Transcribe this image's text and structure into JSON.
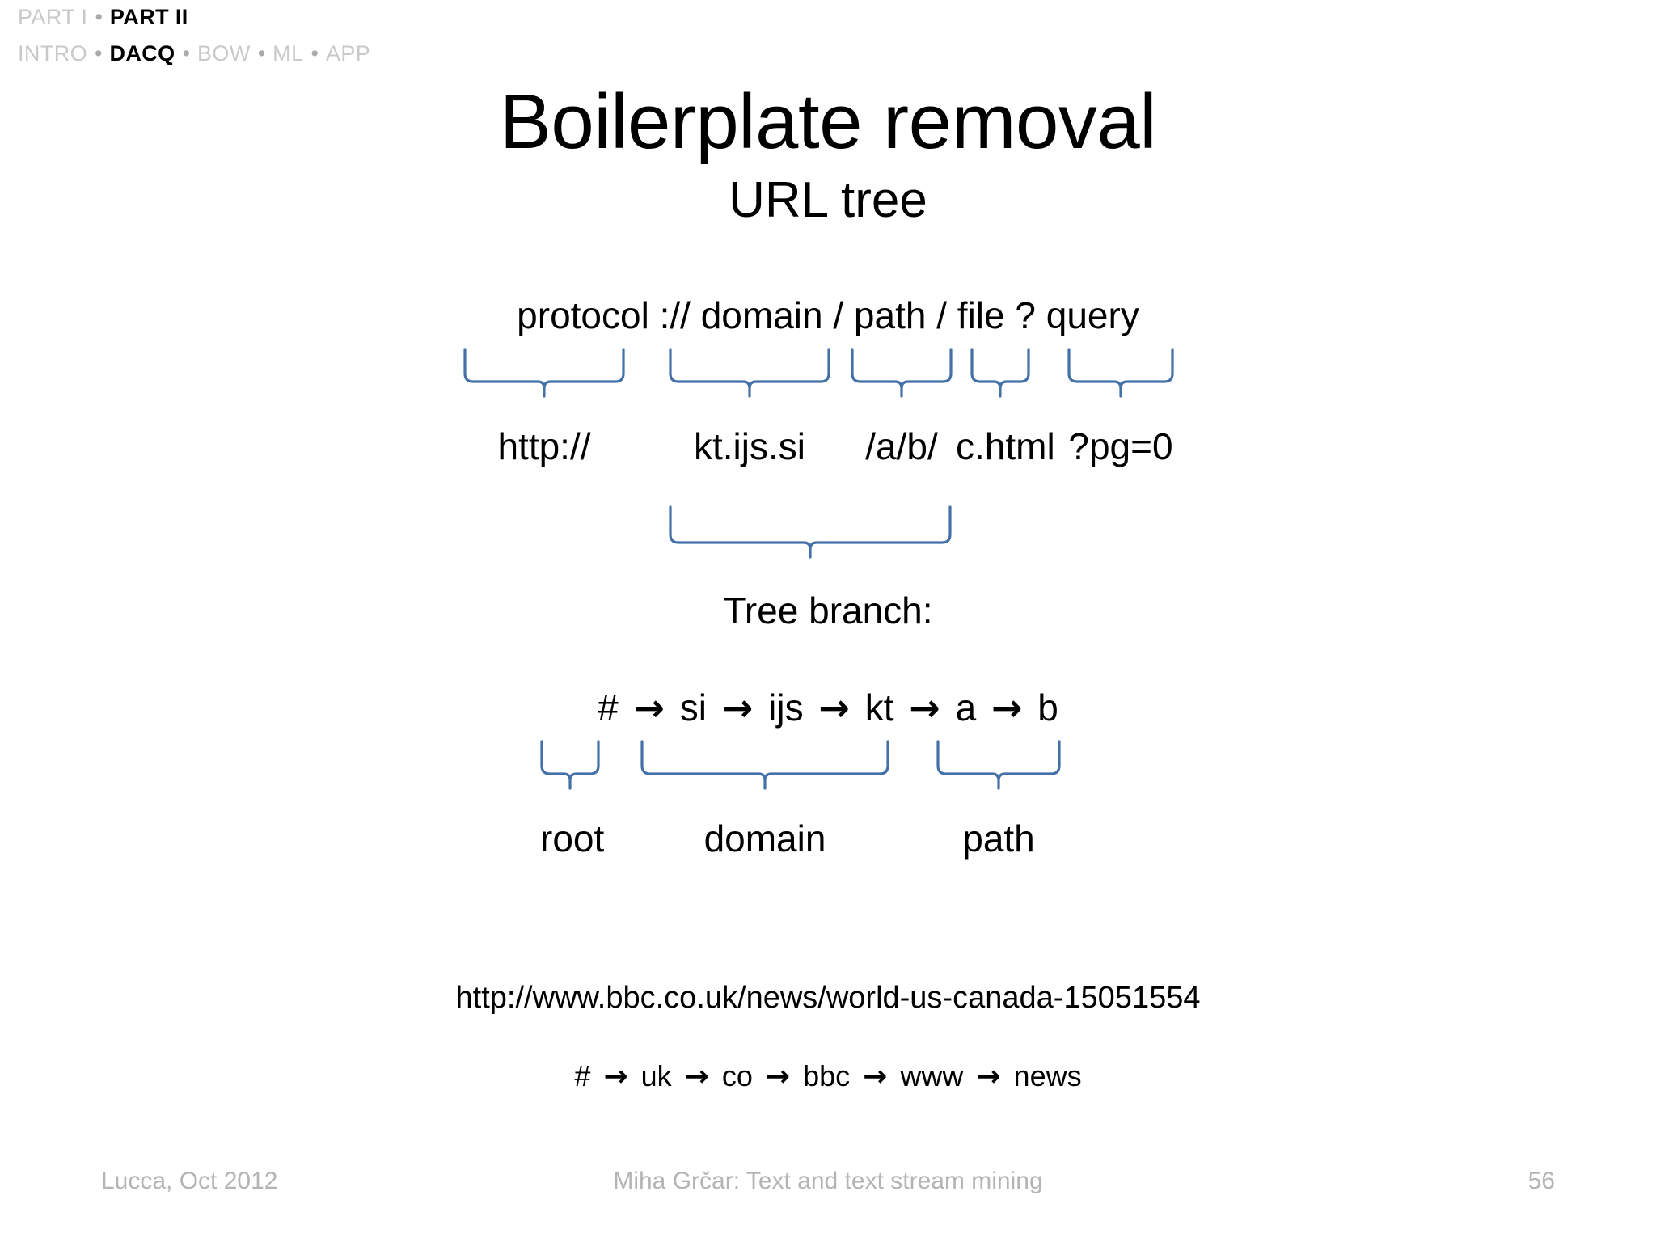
{
  "breadcrumb": {
    "rows": [
      {
        "items": [
          {
            "label": "PART I",
            "active": false
          },
          {
            "label": "PART II",
            "active": true
          }
        ]
      },
      {
        "items": [
          {
            "label": "INTRO",
            "active": false
          },
          {
            "label": "DACQ",
            "active": true
          },
          {
            "label": "BOW",
            "active": false
          },
          {
            "label": "ML",
            "active": false
          },
          {
            "label": "APP",
            "active": false
          }
        ]
      }
    ],
    "separator": "•"
  },
  "title": "Boilerplate removal",
  "subtitle": "URL tree",
  "url_template": {
    "full": "protocol :// domain / path / file ? query",
    "tokens": [
      "protocol",
      "://",
      "domain",
      "/",
      "path",
      "/",
      "file",
      "?",
      "query"
    ]
  },
  "url_parts": [
    {
      "label": "http://",
      "component": "protocol"
    },
    {
      "label": "kt.ijs.si",
      "component": "domain"
    },
    {
      "label": "/a/b/",
      "component": "path"
    },
    {
      "label": "c.html",
      "component": "file"
    },
    {
      "label": "?pg=0",
      "component": "query"
    }
  ],
  "tree_branch_label": "Tree branch:",
  "tree_path": {
    "nodes": [
      "#",
      "si",
      "ijs",
      "kt",
      "a",
      "b"
    ],
    "arrow": "→",
    "text": "# → si → ijs → kt → a → b"
  },
  "segment_labels": [
    {
      "label": "root",
      "nodes": [
        "#"
      ]
    },
    {
      "label": "domain",
      "nodes": [
        "si",
        "ijs",
        "kt"
      ]
    },
    {
      "label": "path",
      "nodes": [
        "a",
        "b"
      ]
    }
  ],
  "example": {
    "url": "http://www.bbc.co.uk/news/world-us-canada-15051554",
    "tree_path": {
      "nodes": [
        "#",
        "uk",
        "co",
        "bbc",
        "www",
        "news"
      ],
      "arrow": "→",
      "text": "# → uk → co → bbc → www → news"
    }
  },
  "footer": {
    "left": "Lucca, Oct 2012",
    "center": "Miha Grčar: Text and text stream mining",
    "page": "56"
  },
  "colors": {
    "brace": "#4472a8",
    "inactive_crumb": "#c9c9c9",
    "footer_text": "#b4b4b4",
    "text": "#000000",
    "background": "#ffffff"
  }
}
